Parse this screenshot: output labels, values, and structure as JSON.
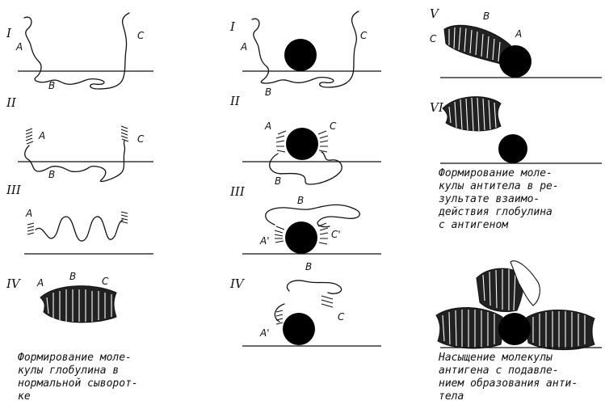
{
  "roman_numerals": {
    "i": "I",
    "ii": "II",
    "iii": "III",
    "iv": "IV",
    "v": "V",
    "vi": "VI"
  },
  "letters": {
    "a": "A",
    "b": "B",
    "c": "C",
    "a_prime": "A'",
    "c_prime": "C'"
  },
  "captions": {
    "left": [
      "Формирование моле-",
      "кулы глобулина в",
      "нормальной сыворот-",
      "ке"
    ],
    "right_top": [
      "Формирование моле-",
      "кулы антитела в ре-",
      "зультате взаимо-",
      "действия глобулина",
      "с антигеном"
    ],
    "right_bottom": [
      "Насыщение молекулы",
      "антигена с подавле-",
      "нием образования анти-",
      "тела"
    ]
  }
}
